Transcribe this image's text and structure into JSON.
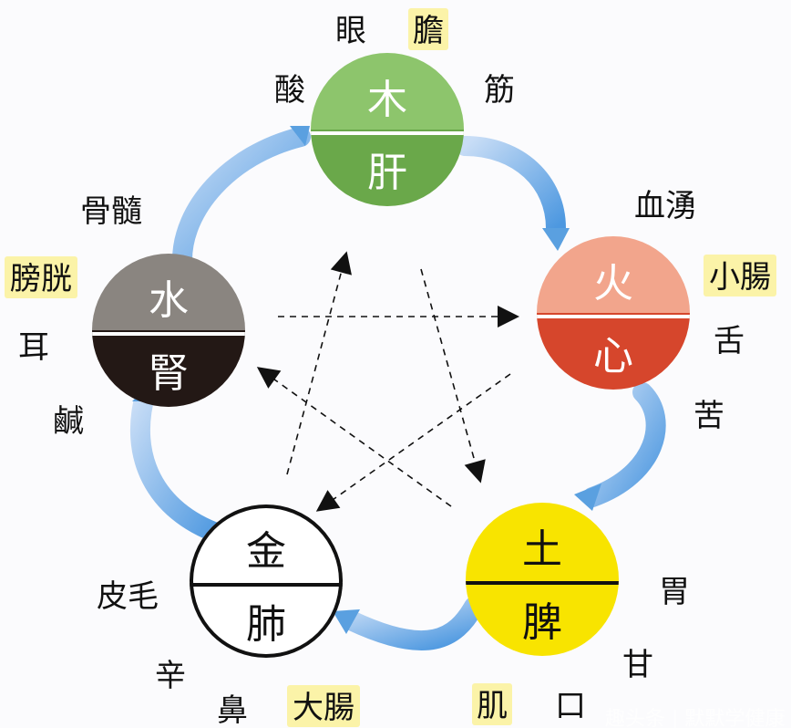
{
  "elements": [
    {
      "id": "wood",
      "element": "木",
      "organ": "肝",
      "top_color": "#8dc56c",
      "bottom_color": "#6aa84a",
      "text_color": "#ffffff"
    },
    {
      "id": "fire",
      "element": "火",
      "organ": "心",
      "top_color": "#f2a58c",
      "bottom_color": "#d6462c",
      "text_color": "#ffffff"
    },
    {
      "id": "earth",
      "element": "土",
      "organ": "脾",
      "top_color": "#f8e400",
      "bottom_color": "#f8e400",
      "text_color": "#111111"
    },
    {
      "id": "metal",
      "element": "金",
      "organ": "肺",
      "top_color": "#ffffff",
      "bottom_color": "#ffffff",
      "text_color": "#111111"
    },
    {
      "id": "water",
      "element": "水",
      "organ": "腎",
      "top_color": "#8a8580",
      "bottom_color": "#231815",
      "text_color": "#ffffff"
    }
  ],
  "labels": [
    {
      "text": "眼",
      "highlight": false
    },
    {
      "text": "膽",
      "highlight": true
    },
    {
      "text": "酸",
      "highlight": false
    },
    {
      "text": "筋",
      "highlight": false
    },
    {
      "text": "血湧",
      "highlight": false
    },
    {
      "text": "小腸",
      "highlight": true
    },
    {
      "text": "舌",
      "highlight": false
    },
    {
      "text": "苦",
      "highlight": false
    },
    {
      "text": "胃",
      "highlight": false
    },
    {
      "text": "甘",
      "highlight": false
    },
    {
      "text": "口",
      "highlight": false
    },
    {
      "text": "肌",
      "highlight": true
    },
    {
      "text": "大腸",
      "highlight": true
    },
    {
      "text": "鼻",
      "highlight": false
    },
    {
      "text": "辛",
      "highlight": false
    },
    {
      "text": "皮毛",
      "highlight": false
    },
    {
      "text": "骨髓",
      "highlight": false
    },
    {
      "text": "膀胱",
      "highlight": true
    },
    {
      "text": "耳",
      "highlight": false
    },
    {
      "text": "鹹",
      "highlight": false
    }
  ],
  "colors": {
    "arrow": "#5aa0e0",
    "arrow_light": "#c5dcf5",
    "highlight": "#fbf3a8",
    "dashed": "#111111"
  },
  "watermark": "趣头条 | 默默学健康"
}
